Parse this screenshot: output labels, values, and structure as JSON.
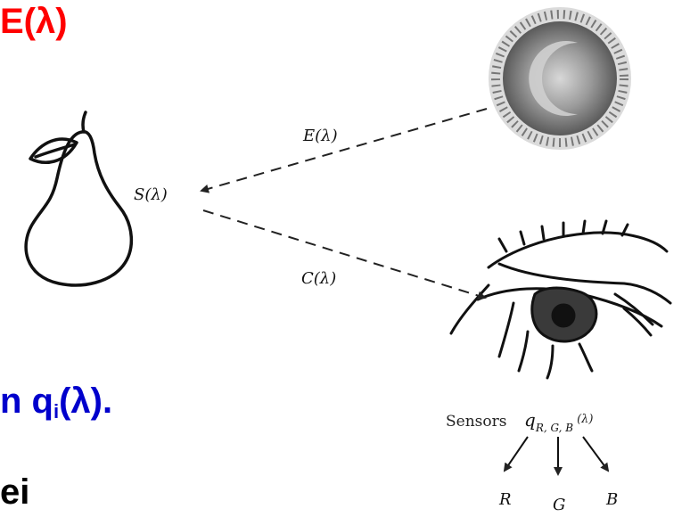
{
  "heading_red": "E(λ)",
  "text_blue": {
    "prefix": "n q",
    "subscript": "i",
    "suffix": "(λ)."
  },
  "text_black": "ei",
  "diagram": {
    "illuminant_label": "E(λ)",
    "reflectance_label": "S(λ)",
    "color_signal_label": "C(λ)",
    "sensors_label": "Sensors",
    "sensor_function_label": "q",
    "sensor_function_subscript": "R, G, B",
    "sensor_function_arg": "(λ)",
    "outputs": [
      "R",
      "G",
      "B"
    ]
  }
}
